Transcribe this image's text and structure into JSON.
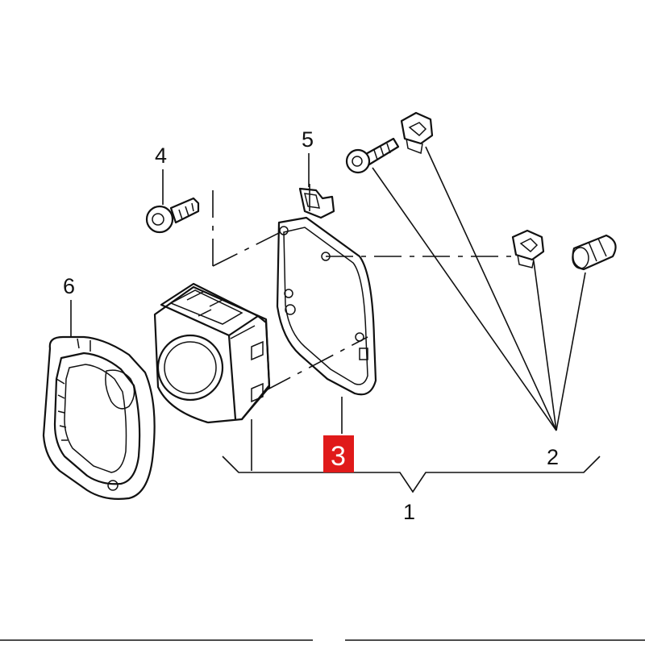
{
  "callouts": {
    "p1": "1",
    "p2": "2",
    "p3": "3",
    "p4": "4",
    "p5": "5",
    "p6": "6"
  },
  "colors": {
    "line": "#111111",
    "highlight": "#e01a1a",
    "highlight_text": "#ffffff",
    "background": "#ffffff"
  }
}
